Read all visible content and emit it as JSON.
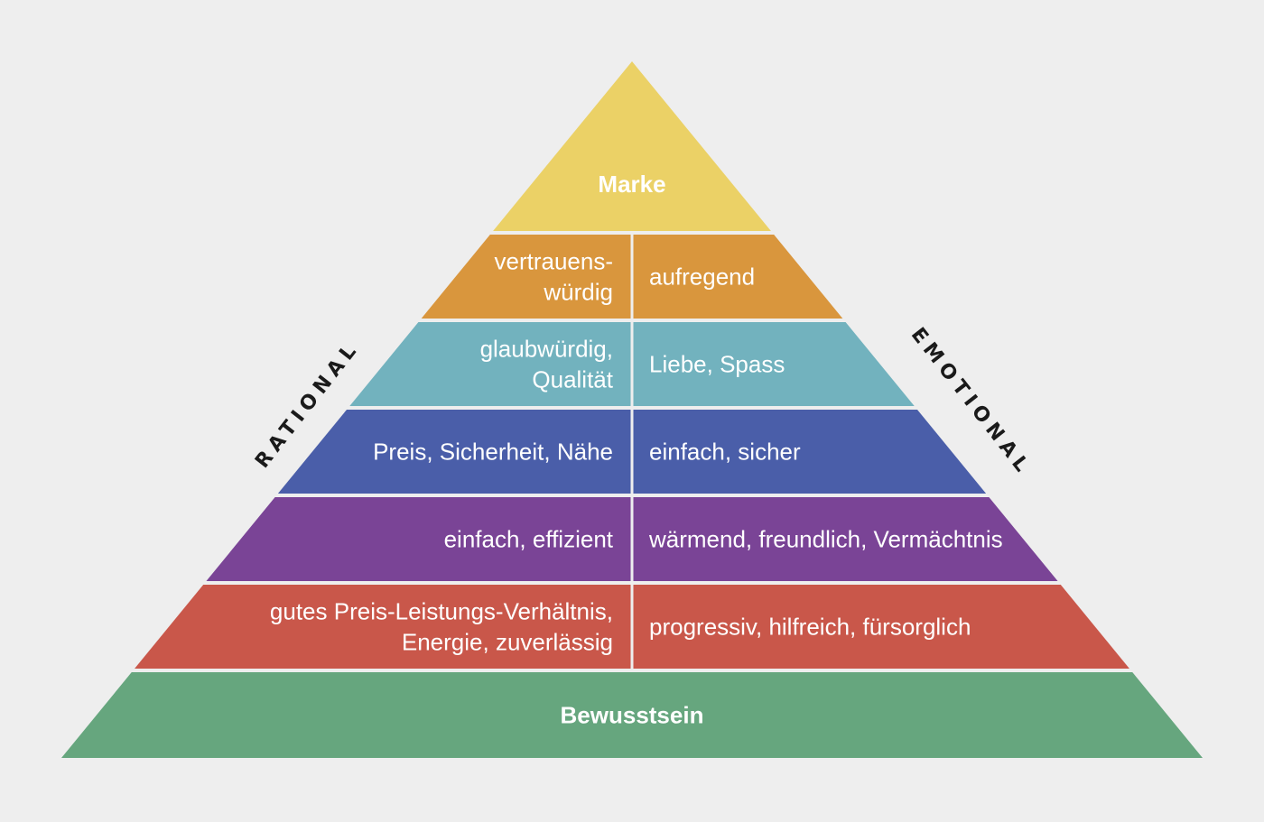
{
  "pyramid": {
    "top": {
      "label": "Marke",
      "color": "#ebd166"
    },
    "bottom": {
      "label": "Bewusstsein",
      "color": "#66a67e"
    },
    "tiers": [
      {
        "color": "#d9963d",
        "left": [
          "vertrauens-",
          "würdig"
        ],
        "right": [
          "aufregend"
        ]
      },
      {
        "color": "#72b2be",
        "left": [
          "glaubwürdig,",
          "Qualität"
        ],
        "right": [
          "Liebe, Spass"
        ]
      },
      {
        "color": "#4a5ea9",
        "left": [
          "Preis, Sicherheit, Nähe"
        ],
        "right": [
          "einfach, sicher"
        ]
      },
      {
        "color": "#7a4496",
        "left": [
          "einfach, effizient"
        ],
        "right": [
          "wärmend, freundlich, Vermächtnis"
        ]
      },
      {
        "color": "#c9574a",
        "left": [
          "gutes Preis-Leistungs-Verhältnis,",
          "Energie, zuverlässig"
        ],
        "right": [
          "progressiv, hilfreich, fürsorglich"
        ]
      }
    ]
  },
  "side_labels": {
    "rational": "RATIONAL",
    "emotional": "EMOTIONAL"
  },
  "colors": {
    "background": "#eeeeee",
    "divider": "#eeeeee",
    "text": "#ffffff"
  }
}
